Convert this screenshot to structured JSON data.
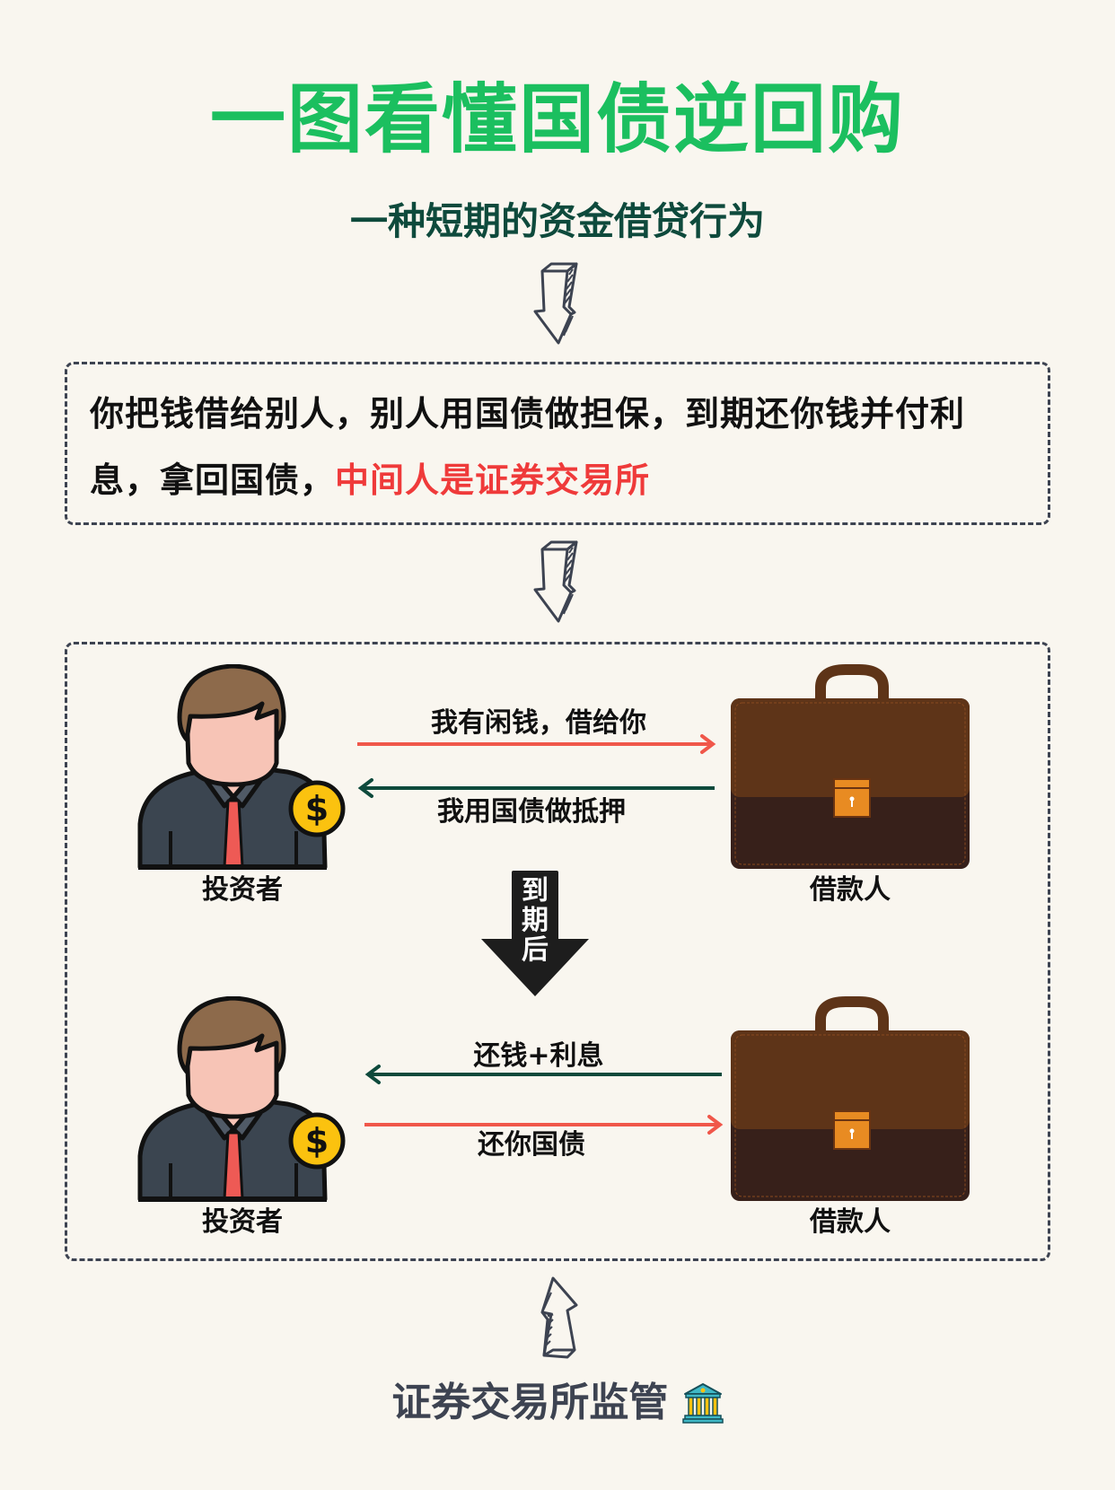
{
  "title": "一图看懂国债逆回购",
  "subtitle": "一种短期的资金借贷行为",
  "definition": {
    "text_normal": "你把钱借给别人，别人用国债做担保，到期还你钱并付利息，拿回国债，",
    "text_highlight": "中间人是证券交易所"
  },
  "flow_before": {
    "investor_label": "投资者",
    "borrower_label": "借款人",
    "arrow_to_borrower_label": "我有闲钱，借给你",
    "arrow_to_investor_label": "我用国债做抵押"
  },
  "maturity_arrow_label": [
    "到",
    "期",
    "后"
  ],
  "flow_after": {
    "investor_label": "投资者",
    "borrower_label": "借款人",
    "arrow_to_investor_label": "还钱+利息",
    "arrow_to_borrower_label": "还你国债"
  },
  "footer": {
    "text": "证券交易所监管",
    "icon": "bank-building-icon"
  },
  "colors": {
    "background": "#f9f6ef",
    "title": "#1bbf5f",
    "subtitle": "#0e4a3c",
    "highlight": "#ef3a3a",
    "arrow_red": "#f0574a",
    "arrow_green": "#0e4a3c",
    "footer_text": "#3d4351",
    "dash": "#3d4351"
  }
}
